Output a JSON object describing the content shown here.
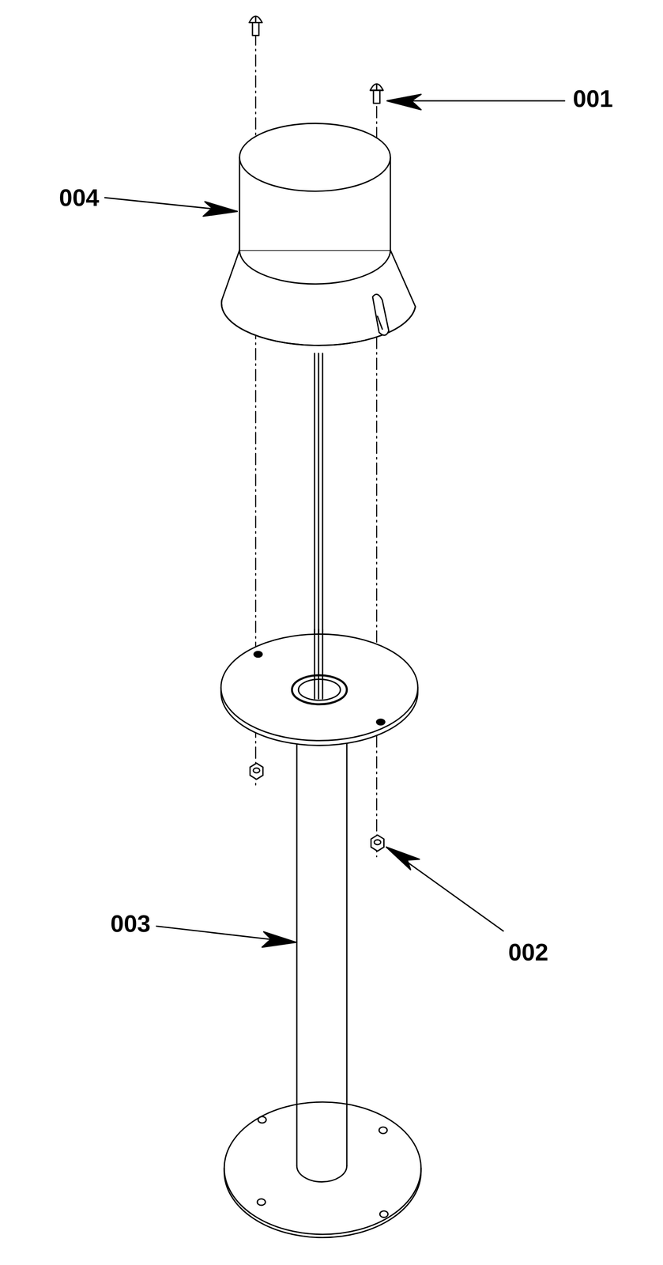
{
  "diagram": {
    "labels": [
      "001",
      "002",
      "003",
      "004"
    ]
  }
}
